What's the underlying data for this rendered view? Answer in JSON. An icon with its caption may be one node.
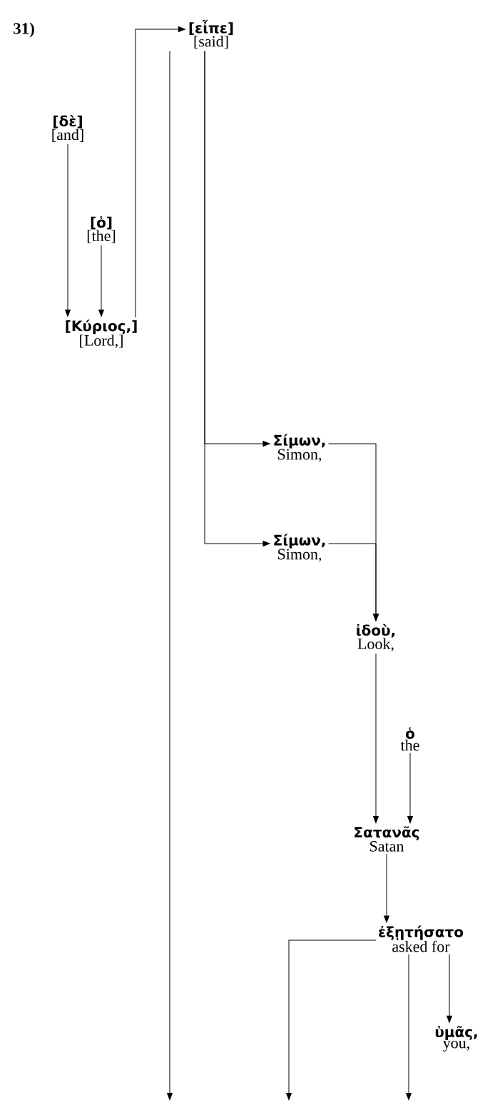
{
  "diagram": {
    "nodes": [
      {
        "text": [
          "[εἶπε]",
          "[said]"
        ]
      },
      {
        "text": [
          "[δὲ]",
          "[and]"
        ]
      },
      {
        "text": [
          "[ὁ]",
          "[the]"
        ]
      },
      {
        "text": [
          "[Κύριος,]",
          "[Lord,]"
        ]
      },
      {
        "text": [
          "Σίμων,",
          "Simon,"
        ]
      },
      {
        "text": [
          "Σίμων,",
          "Simon,"
        ]
      },
      {
        "text": [
          "ἰδοὺ,",
          "Look,"
        ]
      },
      {
        "text": [
          "ὁ",
          "the"
        ]
      },
      {
        "text": [
          "Σατανᾶς",
          "Satan"
        ]
      },
      {
        "text": [
          "ἐξῃτήσατο",
          "asked for"
        ]
      },
      {
        "text": [
          "ὑμᾶς,",
          "you,"
        ]
      }
    ],
    "edges": [
      {
        "from": 1,
        "to": 3,
        "arrow": "to"
      },
      {
        "from": 2,
        "to": 3,
        "arrow": "to"
      },
      {
        "from": 3,
        "to": 0,
        "arrow": "to"
      },
      {
        "from": 0,
        "to": null,
        "arrow": "to"
      },
      {
        "from": 0,
        "to": 4,
        "arrow": "to"
      },
      {
        "from": 0,
        "to": 5,
        "arrow": "to"
      },
      {
        "from": 4,
        "to": 6,
        "arrow": "to"
      },
      {
        "from": 5,
        "to": 6,
        "arrow": "to"
      },
      {
        "from": 6,
        "to": 8,
        "arrow": "to"
      },
      {
        "from": 7,
        "to": 8,
        "arrow": "to"
      },
      {
        "from": 8,
        "to": 9,
        "arrow": "to"
      },
      {
        "from": 9,
        "to": 10,
        "arrow": "to"
      },
      {
        "from": 9,
        "to": null,
        "arrow": "to"
      },
      {
        "from": 9,
        "to": null,
        "arrow": "to"
      }
    ],
    "labels": [
      "31)"
    ]
  }
}
